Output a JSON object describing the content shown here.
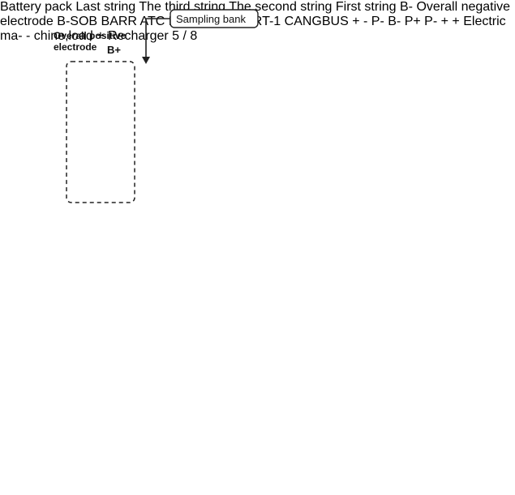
{
  "diagram": {
    "sampling_bank": "Sampling bank",
    "overall_positive": [
      "Overall positive",
      "electrode"
    ],
    "b_plus": "B+",
    "b_minus": "B-",
    "battery_pack": "Battery pack",
    "strings": [
      "Last string",
      "The third",
      "string",
      "The second",
      "string",
      "First string"
    ],
    "overall_negative": [
      "Overall negative",
      "electrode"
    ],
    "p_plus": "P+",
    "p_minus": "P-",
    "electric_machine": [
      "Electric ma-",
      "chine,load"
    ],
    "recharger": "Recharger",
    "bms_top_text": "B-SOB  BARR  ATC  DO",
    "bms_bottom_text": "NTC-B  UART-1  CANGBUS",
    "bms_p_minus": "P-",
    "bms_b_minus": "B-",
    "bms_plus": "+",
    "bms_minus": "-"
  },
  "photo": {
    "page_indicator": "5 / 8"
  },
  "colors": {
    "red_wire": "#e0242a",
    "blue_wire": "#2f7fd1",
    "black_wire": "#1a1a1a",
    "cell_blue": "#4f57c9",
    "bms_red": "#d9322c"
  }
}
